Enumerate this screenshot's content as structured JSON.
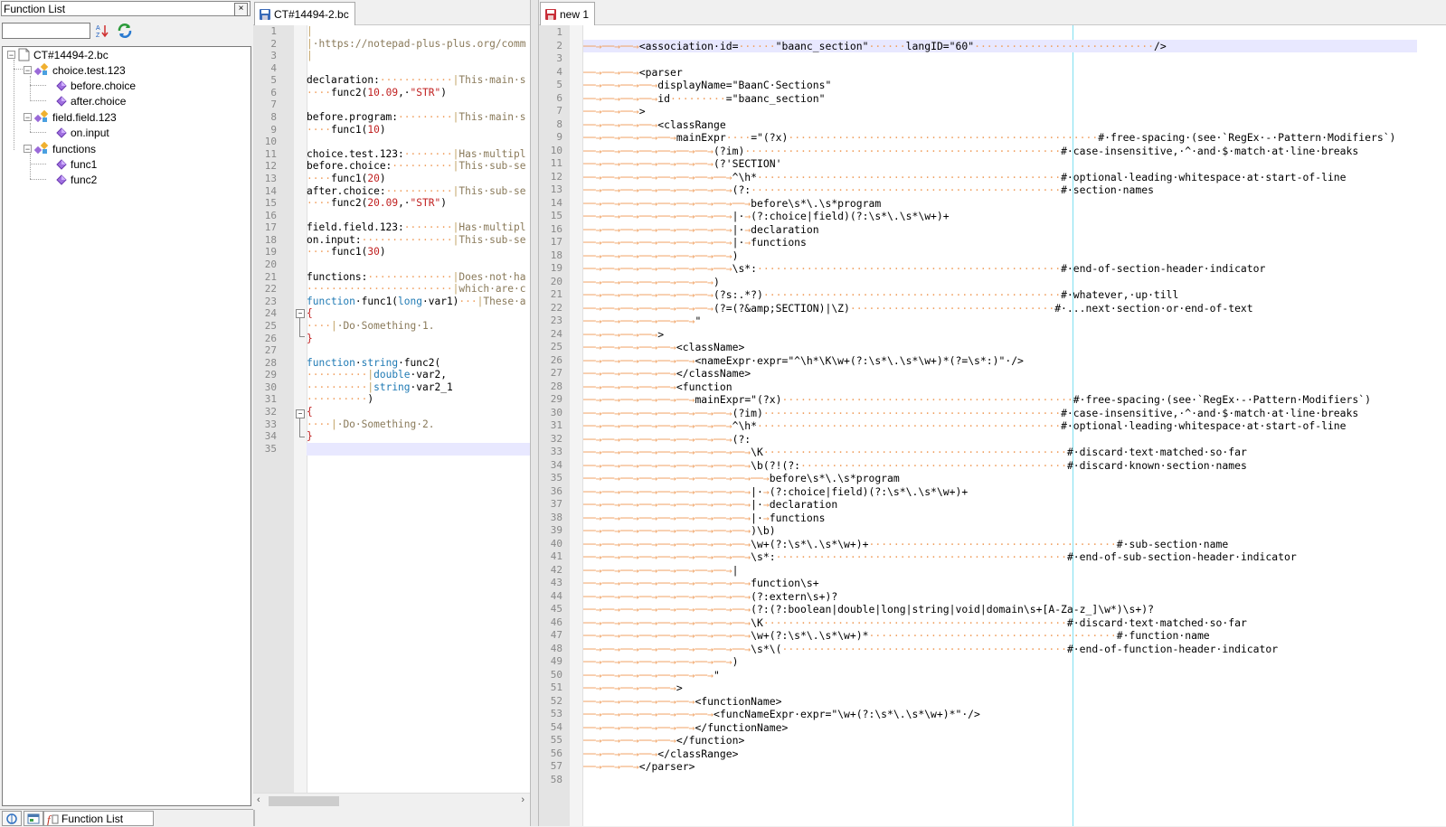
{
  "function_list": {
    "title": "Function List",
    "close_glyph": "×",
    "search_value": "",
    "tree": [
      {
        "label": "CT#14494-2.bc",
        "icon": "file-icon",
        "level": 0,
        "expander": "−"
      },
      {
        "label": "choice.test.123",
        "icon": "class-icon",
        "level": 1,
        "expander": "−"
      },
      {
        "label": "before.choice",
        "icon": "function-icon",
        "level": 2
      },
      {
        "label": "after.choice",
        "icon": "function-icon",
        "level": 2
      },
      {
        "label": "field.field.123",
        "icon": "class-icon",
        "level": 1,
        "expander": "−"
      },
      {
        "label": "on.input",
        "icon": "function-icon",
        "level": 2
      },
      {
        "label": "functions",
        "icon": "class-icon",
        "level": 1,
        "expander": "−"
      },
      {
        "label": "func1",
        "icon": "function-icon",
        "level": 2
      },
      {
        "label": "func2",
        "icon": "function-icon",
        "level": 2
      }
    ],
    "bottom_tabs": [
      {
        "icon": "document-map-icon"
      },
      {
        "icon": "project-panel-icon"
      },
      {
        "icon": "function-list-icon",
        "label": "Function List"
      }
    ]
  },
  "left_editor": {
    "tab_label": "CT#14494-2.bc",
    "tab_icon": "saved-file-icon",
    "line_count": 35,
    "current_line": 35
  },
  "right_editor": {
    "tab_label": "new 1",
    "tab_icon": "unsaved-file-icon",
    "line_count": 58
  },
  "colors": {
    "keyword": "#1f7ab4",
    "number": "#c02020",
    "whitespace_marker": "#f0a060",
    "current_line": "#e8e8ff",
    "edge_line": "#80e0f0"
  }
}
